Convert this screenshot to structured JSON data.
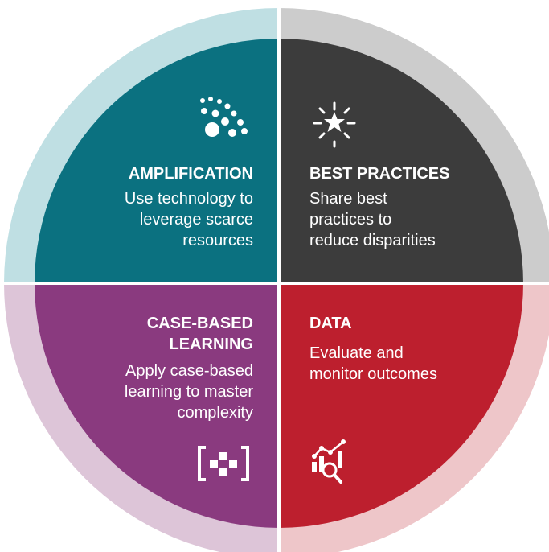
{
  "colors": {
    "amplification": "#0b7180",
    "amplification_ring": "#bfdfe3",
    "best_practices": "#3c3c3c",
    "best_practices_ring": "#cccccc",
    "case_based": "#8a3a7f",
    "case_based_ring": "#ddc5d8",
    "data": "#bd1f2e",
    "data_ring": "#eec6c9",
    "divider": "#ffffff"
  },
  "quadrants": {
    "amplification": {
      "title": "AMPLIFICATION",
      "desc": [
        "Use technology to",
        "leverage scarce",
        "resources"
      ],
      "icon": "dots-icon"
    },
    "best_practices": {
      "title": "BEST PRACTICES",
      "desc": [
        "Share best",
        "practices to",
        "reduce disparities"
      ],
      "icon": "star-burst-icon"
    },
    "case_based": {
      "title": [
        "CASE-BASED",
        "LEARNING"
      ],
      "desc": [
        "Apply case-based",
        "learning to master",
        "complexity"
      ],
      "icon": "bracket-cross-icon"
    },
    "data": {
      "title": "DATA",
      "desc": [
        "Evaluate and",
        "monitor outcomes"
      ],
      "icon": "chart-magnifier-icon"
    }
  }
}
